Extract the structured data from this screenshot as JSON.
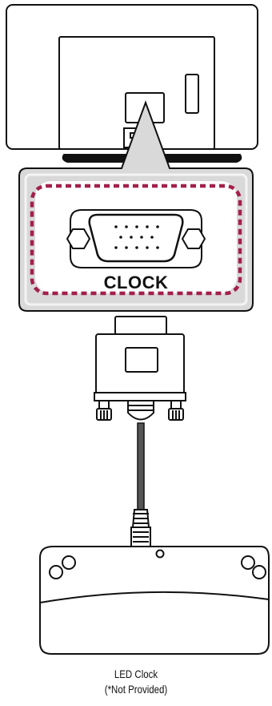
{
  "port": {
    "label": "CLOCK"
  },
  "device": {
    "name": "LED Clock",
    "note": "(*Not Provided)"
  },
  "colors": {
    "highlight": "#a3204a",
    "panel": "#d9d9d9",
    "stroke": "#111111"
  },
  "icons": [
    "tv-back-icon",
    "vga-port-icon",
    "vga-connector-icon",
    "cable-icon",
    "led-clock-device-icon"
  ]
}
